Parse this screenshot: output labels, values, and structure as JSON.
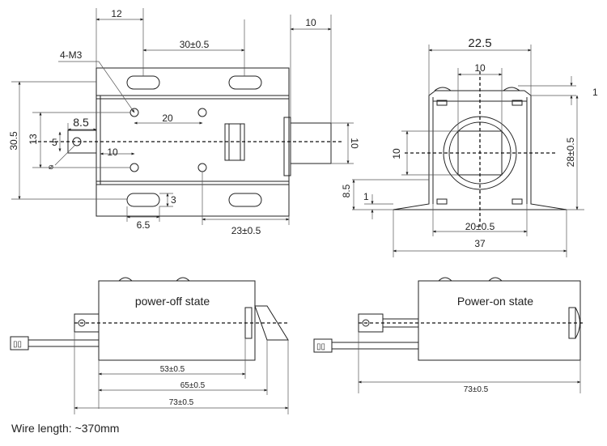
{
  "front_view": {
    "dim_12": "12",
    "dim_30": "30±0.5",
    "dim_10_top": "10",
    "label_m3": "4-M3",
    "dim_8_5": "8.5",
    "dim_20": "20",
    "dim_30_5": "30.5",
    "dim_13": "13",
    "dim_5": "5",
    "dim_10_inner": "10",
    "dim_10_right": "10",
    "dim_3": "3",
    "dim_6_5": "6.5",
    "dim_23": "23±0.5",
    "phi": "⌀"
  },
  "side_view": {
    "dim_22_5": "22.5",
    "dim_10_top": "10",
    "dim_1_top": "1",
    "dim_28": "28±0.5",
    "dim_10_left": "10",
    "dim_8": "8.5",
    "dim_1_bottom": "1",
    "dim_20": "20±0.5",
    "dim_37": "37"
  },
  "off_state": {
    "label": "power-off state",
    "dim_53": "53±0.5",
    "dim_65": "65±0.5",
    "dim_73": "73±0.5"
  },
  "on_state": {
    "label": "Power-on state",
    "dim_73": "73±0.5"
  },
  "caption": "Wire length: ~370mm"
}
